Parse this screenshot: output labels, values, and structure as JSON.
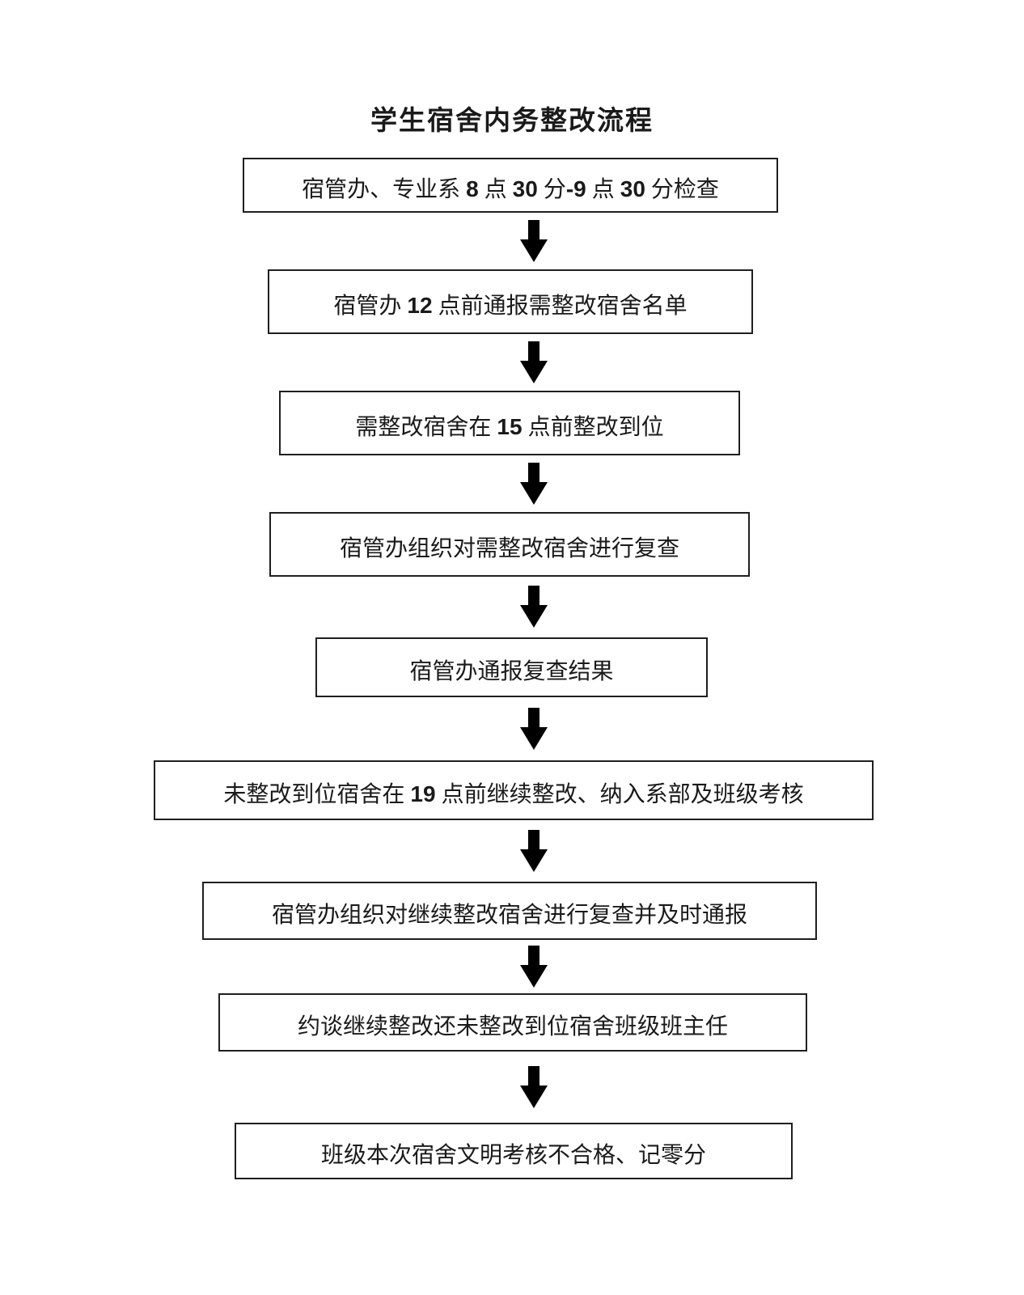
{
  "flowchart": {
    "title": "学生宿舍内务整改流程",
    "ink_color": "#1a1a1a",
    "border_color": "#1f1f1f",
    "arrow_color": "#000000",
    "steps": [
      {
        "label": "宿管办、专业系 8 点 30 分-9 点 30 分检查"
      },
      {
        "label": "宿管办 12 点前通报需整改宿舍名单"
      },
      {
        "label": "需整改宿舍在 15 点前整改到位"
      },
      {
        "label": "宿管办组织对需整改宿舍进行复查"
      },
      {
        "label": "宿管办通报复查结果"
      },
      {
        "label": "未整改到位宿舍在 19 点前继续整改、纳入系部及班级考核"
      },
      {
        "label": "宿管办组织对继续整改宿舍进行复查并及时通报"
      },
      {
        "label": "约谈继续整改还未整改到位宿舍班级班主任"
      },
      {
        "label": "班级本次宿舍文明考核不合格、记零分"
      }
    ]
  }
}
